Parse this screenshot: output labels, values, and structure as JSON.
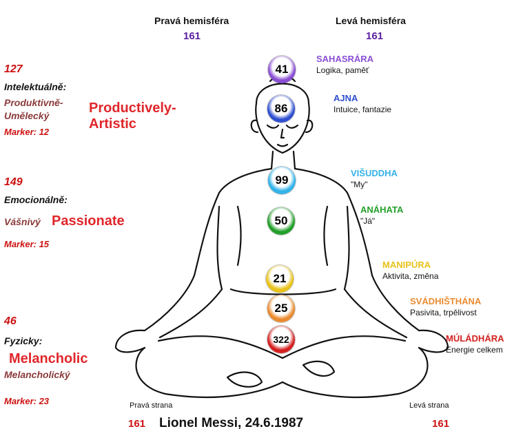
{
  "hemispheres": {
    "right_title": "Pravá hemisféra",
    "right_value": "161",
    "left_title": "Levá hemisféra",
    "left_value": "161"
  },
  "aspects": [
    {
      "value": "127",
      "category": "Intelektuálně:",
      "type_lines": [
        "Produktivně-",
        "Umělecký"
      ],
      "marker": "Marker: 12",
      "english_lines": [
        "Productively-",
        "Artistic"
      ]
    },
    {
      "value": "149",
      "category": "Emocionálně:",
      "type_lines": [
        "Vášnivý"
      ],
      "marker": "Marker: 15",
      "english_lines": [
        "Passionate"
      ]
    },
    {
      "value": "46",
      "category": "Fyzicky:",
      "type_lines": [
        "Melancholický"
      ],
      "marker": "Marker: 23",
      "english_lines": [
        "Melancholic"
      ]
    }
  ],
  "chakras": [
    {
      "value": "41",
      "name": "SAHASRÁRA",
      "desc": "Logika, paměť",
      "color": "#8a4fd3"
    },
    {
      "value": "86",
      "name": "AJNA",
      "desc": "Intuice, fantazie",
      "color": "#2f4fd0"
    },
    {
      "value": "99",
      "name": "VIŠUDDHA",
      "desc": "\"My\"",
      "color": "#33b3e8"
    },
    {
      "value": "50",
      "name": "ANÁHATA",
      "desc": "\"Já\"",
      "color": "#23a02a"
    },
    {
      "value": "21",
      "name": "MANIPÚRA",
      "desc": "Aktivita, změna",
      "color": "#e8c21a"
    },
    {
      "value": "25",
      "name": "SVÁDHIŠTHÁNA",
      "desc": "Pasivita, trpělivost",
      "color": "#ea8b30"
    },
    {
      "value": "322",
      "name": "MÚLÁDHÁRA",
      "desc": "Energie celkem",
      "color": "#d42020"
    }
  ],
  "sides": {
    "right_label": "Pravá strana",
    "right_value": "161",
    "left_label": "Levá strana",
    "left_value": "161"
  },
  "person": "Lionel Messi, 24.6.1987"
}
